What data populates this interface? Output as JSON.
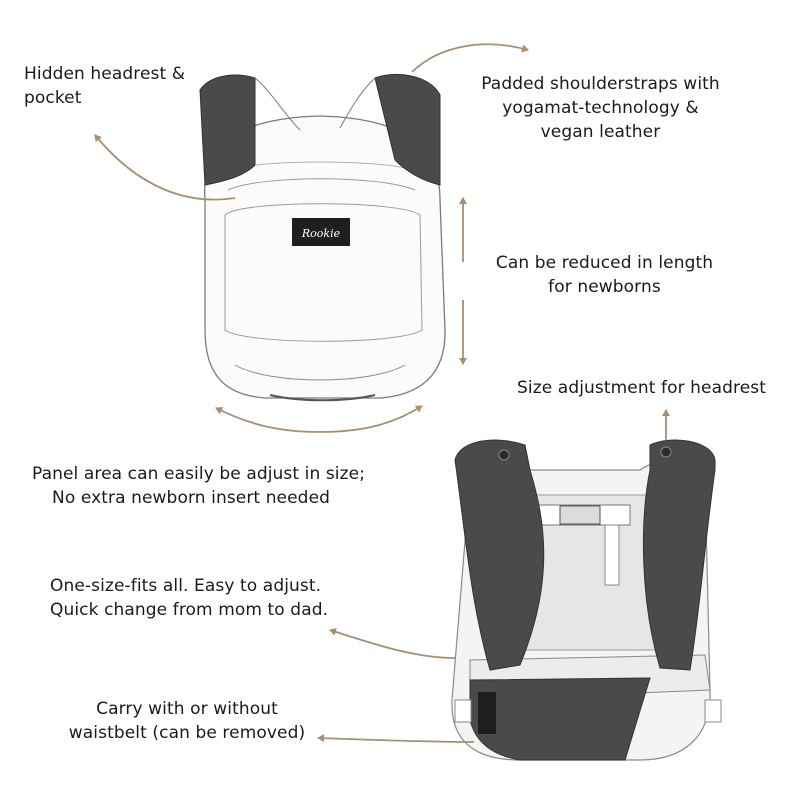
{
  "labels": {
    "headrest": [
      "Hidden headrest &",
      "pocket"
    ],
    "shoulderstraps": [
      "Padded shoulderstraps with",
      "yogamat-technology &",
      "vegan leather"
    ],
    "length": [
      "Can be reduced in length",
      "for newborns"
    ],
    "size_adjustment": [
      "Size adjustment for headrest"
    ],
    "panel": [
      "Panel area can easily be adjust in size;",
      "No extra newborn insert needed"
    ],
    "one_size": [
      "One-size-fits all. Easy to adjust.",
      "Quick change from mom to dad."
    ],
    "waistbelt": [
      "Carry with or without",
      "waistbelt (can be removed)"
    ]
  },
  "brand_logo_text": "Rookie",
  "colors": {
    "arrow": "#a88e70",
    "strap": "#4a4a4a",
    "outline": "#6a6a6a",
    "text": "#1a1a1a"
  }
}
